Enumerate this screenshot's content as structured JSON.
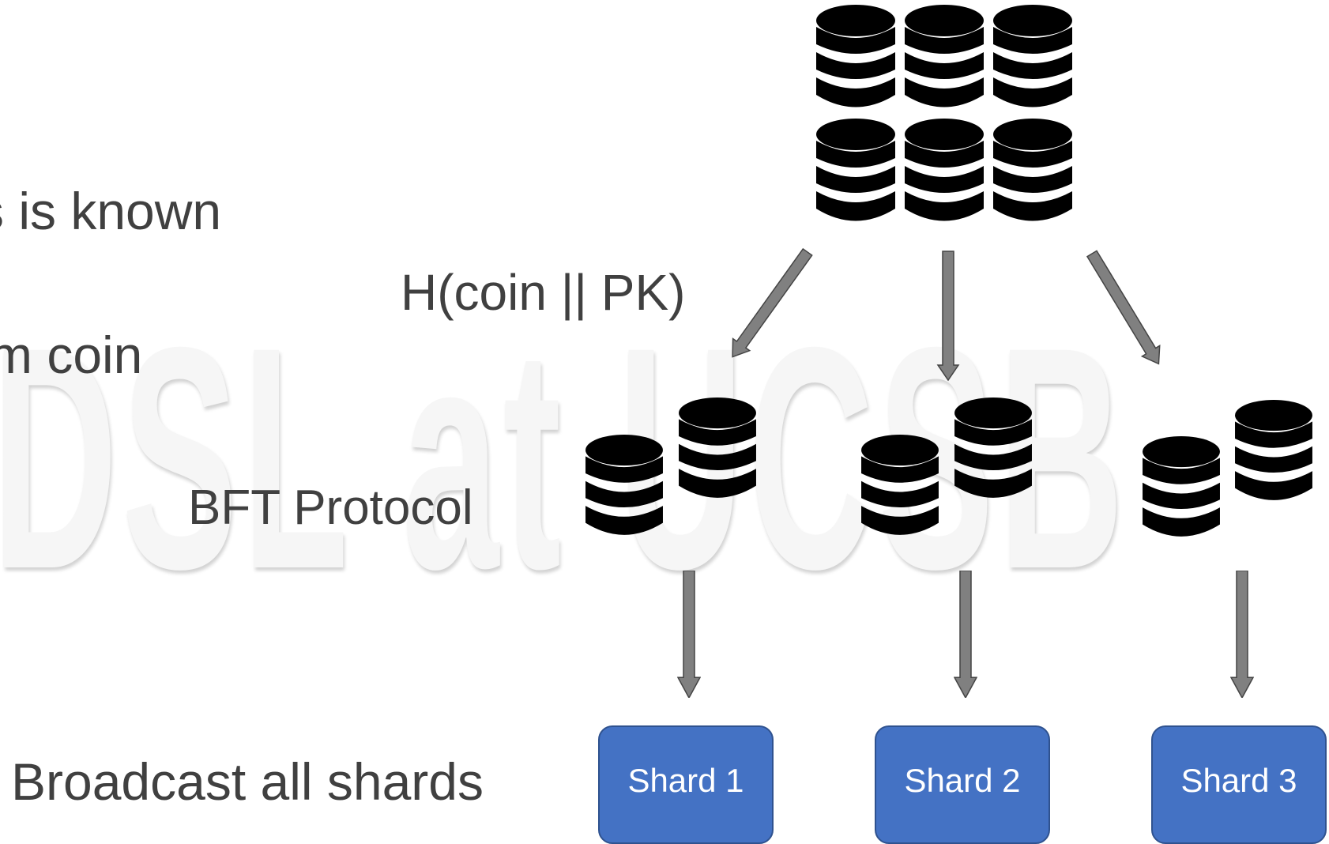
{
  "watermark": "DSL at UCSB",
  "text": {
    "partial_line_1": "s is known",
    "partial_line_2": "m coin",
    "hash_label": "H(coin || PK)",
    "bft_label": "BFT Protocol",
    "broadcast_label": "Broadcast all shards"
  },
  "shards": [
    "Shard 1",
    "Shard 2",
    "Shard 3"
  ],
  "icons": {
    "database": "database-icon",
    "arrow": "arrow-down-icon"
  },
  "colors": {
    "shard_fill": "#4472c4",
    "shard_border": "#2f528f",
    "arrow_fill": "#808080",
    "text": "#404040"
  }
}
